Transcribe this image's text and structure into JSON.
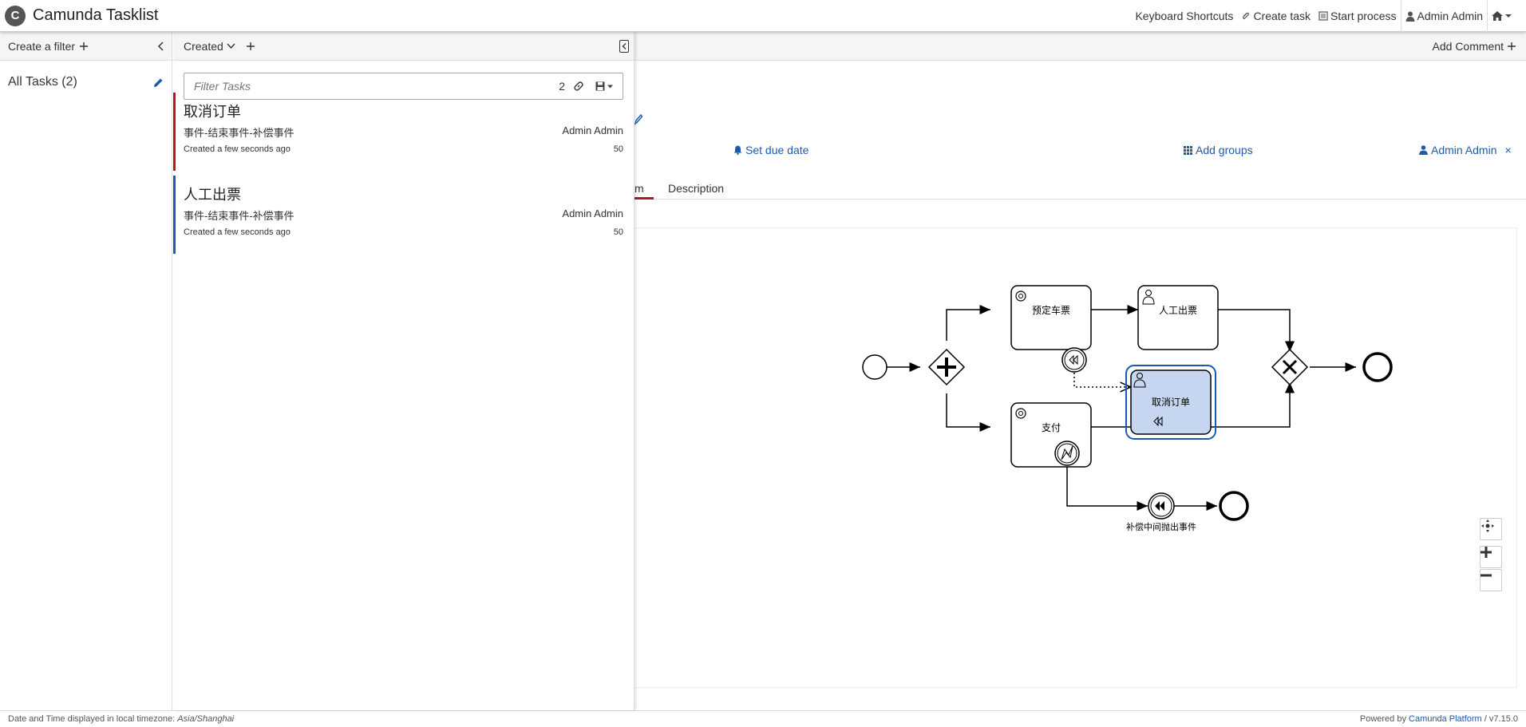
{
  "header": {
    "logo_text": "C",
    "title": "Camunda Tasklist",
    "nav": {
      "keyboard_shortcuts": "Keyboard Shortcuts",
      "create_task": "Create task",
      "start_process": "Start process",
      "user": "Admin Admin"
    }
  },
  "filters": {
    "create_label": "Create a filter",
    "items": [
      {
        "label": "All Tasks (2)"
      }
    ]
  },
  "tasklist": {
    "sort_label": "Created",
    "search": {
      "placeholder": "Filter Tasks",
      "count": "2"
    },
    "tasks": [
      {
        "name": "取消订单",
        "process": "事件-结束事件-补偿事件",
        "assignee": "Admin Admin",
        "created": "Created a few seconds ago",
        "priority": "50",
        "color": "#b5152b"
      },
      {
        "name": "人工出票",
        "process": "事件-结束事件-补偿事件",
        "assignee": "Admin Admin",
        "created": "Created a few seconds ago",
        "priority": "50",
        "color": "#1c5aab"
      }
    ]
  },
  "detail": {
    "add_comment": "Add Comment",
    "set_due_date": "Set due date",
    "add_groups": "Add groups",
    "assignee": "Admin Admin",
    "remove_assignee": "×",
    "tabs": {
      "active_partial": "m",
      "description": "Description"
    },
    "diagram": {
      "tasks": {
        "book_ticket": "预定车票",
        "manual_ticket": "人工出票",
        "cancel_order": "取消订单",
        "pay": "支付"
      },
      "compensation_event_label": "补偿中间抛出事件"
    }
  },
  "footer": {
    "timezone_prefix": "Date and Time displayed in local timezone:",
    "timezone": "Asia/Shanghai",
    "powered_by": "Powered by",
    "platform": "Camunda Platform",
    "version": "/ v7.15.0"
  },
  "colors": {
    "accent_blue": "#1c5aab",
    "accent_red": "#b5152b",
    "active_task_fill": "#c7d6f0"
  }
}
